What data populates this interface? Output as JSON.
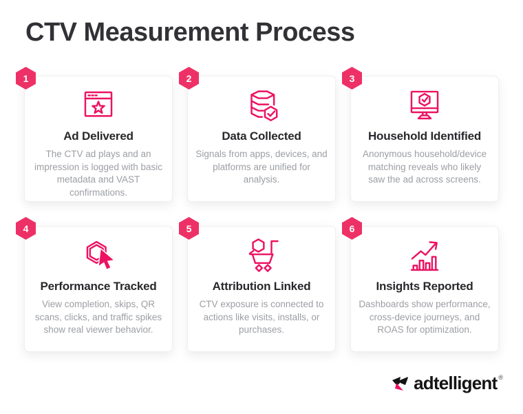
{
  "page": {
    "title": "CTV Measurement Process"
  },
  "colors": {
    "accent": "#EC1261",
    "badge": "#ED3166",
    "heading": "#323236",
    "card_title": "#28282c",
    "description": "#9b9ea3"
  },
  "steps": [
    {
      "number": "1",
      "title": "Ad Delivered",
      "description": "The CTV ad plays and an impression is logged with basic metadata and VAST confirmations.",
      "icon": "browser-star-icon"
    },
    {
      "number": "2",
      "title": "Data Collected",
      "description": "Signals from apps, devices, and platforms are unified for analysis.",
      "icon": "database-check-icon"
    },
    {
      "number": "3",
      "title": "Household Identified",
      "description": "Anonymous household/device matching reveals who likely saw the ad across screens.",
      "icon": "monitor-shield-icon"
    },
    {
      "number": "4",
      "title": "Performance Tracked",
      "description": "View completion, skips, QR scans, clicks, and traffic spikes show real viewer behavior.",
      "icon": "hexagon-cursor-icon"
    },
    {
      "number": "5",
      "title": "Attribution Linked",
      "description": "CTV exposure is connected to actions like visits, installs, or purchases.",
      "icon": "cart-hexagon-icon"
    },
    {
      "number": "6",
      "title": "Insights Reported",
      "description": "Dashboards show performance, cross-device journeys, and ROAS for optimization.",
      "icon": "bar-chart-arrow-icon"
    }
  ],
  "footer": {
    "logo_text": "adtelligent",
    "registered_mark": "®"
  }
}
